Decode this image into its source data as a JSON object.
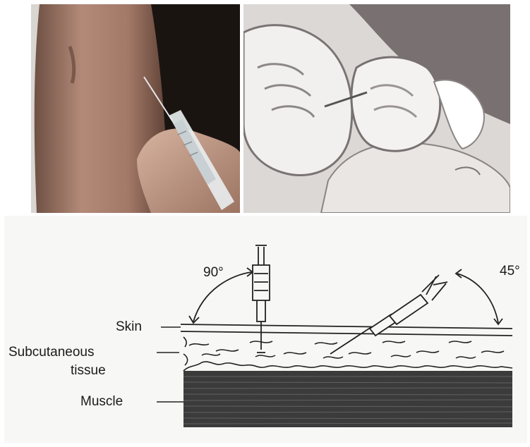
{
  "diagram": {
    "angle_vertical": "90°",
    "angle_oblique": "45°",
    "labels": {
      "skin": "Skin",
      "subcutaneous_line1": "Subcutaneous",
      "subcutaneous_line2": "tissue",
      "muscle": "Muscle"
    }
  }
}
